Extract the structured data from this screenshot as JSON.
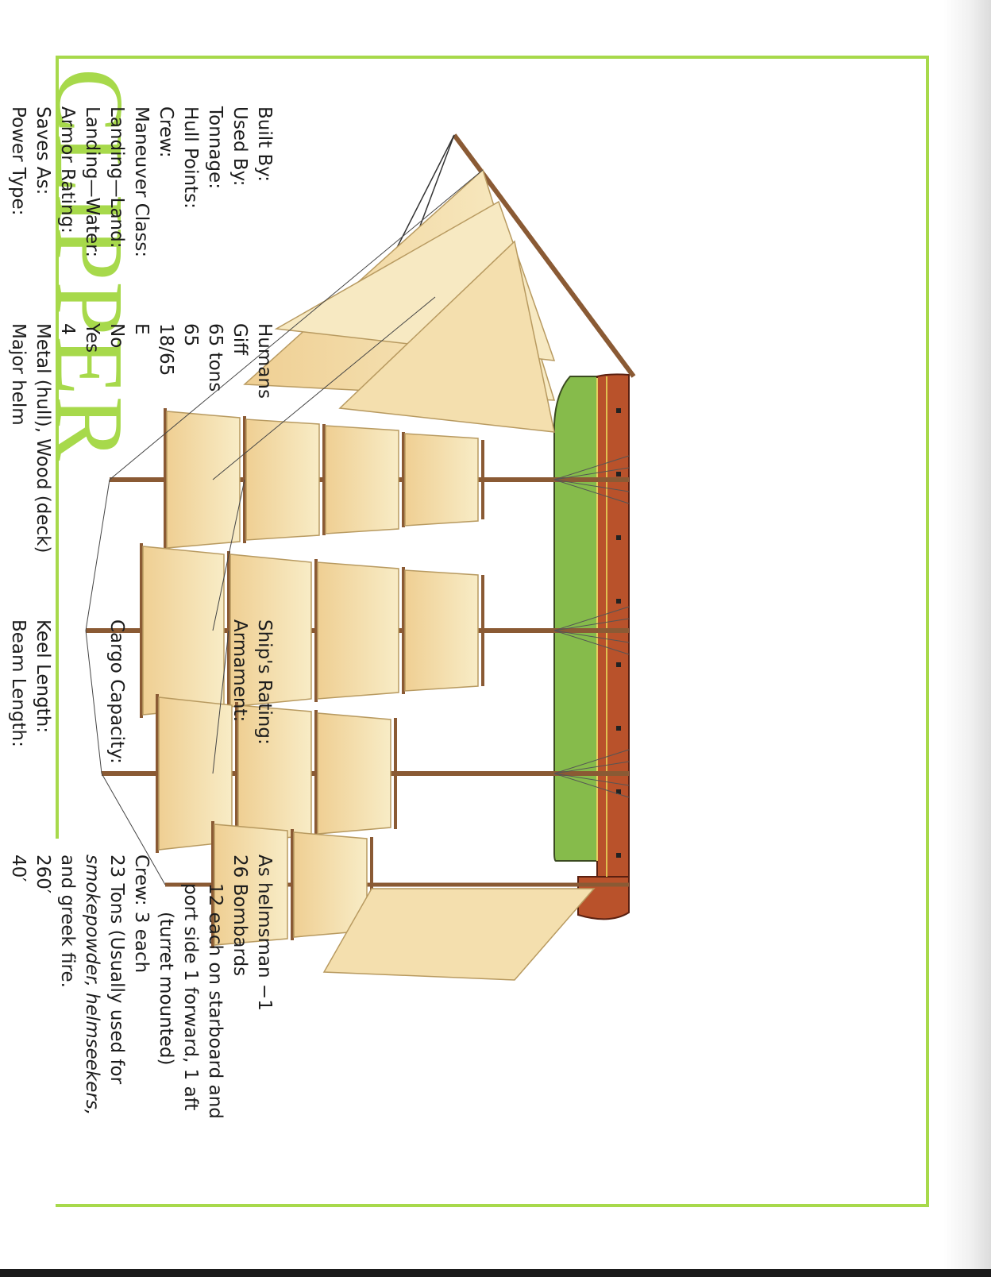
{
  "title": "CLIPPER",
  "stats_left": [
    {
      "label": "Built By:",
      "value": "Humans"
    },
    {
      "label": "Used By:",
      "value": "Giff"
    },
    {
      "label": "Tonnage:",
      "value": "65 tons"
    },
    {
      "label": "Hull Points:",
      "value": "65"
    },
    {
      "label": "Crew:",
      "value": "18/65"
    },
    {
      "label": "Maneuver Class:",
      "value": "E"
    },
    {
      "label": "Landing—Land:",
      "value": "No"
    },
    {
      "label": "Landing—Water:",
      "value": "Yes"
    },
    {
      "label": "Armor Rating:",
      "value": "4"
    },
    {
      "label": "Saves As:",
      "value": "Metal (hull), Wood (deck)"
    },
    {
      "label": "Power Type:",
      "value": "Major helm"
    }
  ],
  "stats_right": {
    "ships_rating": {
      "label": "Ship's Rating:",
      "value": "As helmsman −1"
    },
    "armament": {
      "label": "Armament:",
      "value": "26 Bombards",
      "detail_1": "12 each on starboard and",
      "detail_2": "port side 1 forward, 1 aft",
      "detail_3": "(turret mounted)",
      "crew": "Crew: 3 each"
    },
    "cargo": {
      "label": "Cargo Capacity:",
      "line_1": "23 Tons (Usually used for",
      "italic_1": "smokepowder, helmseekers,",
      "line_3": "and greek fire."
    },
    "keel": {
      "label": "Keel Length:",
      "value": "260′"
    },
    "beam": {
      "label": "Beam Length:",
      "value": "40′"
    }
  },
  "colors": {
    "accent": "#a7d94b",
    "sail": "#f6e7bf",
    "sail_shade": "#ecc482",
    "hull": "#b9522b",
    "hull_bottom": "#86bb4b",
    "mast": "#8a5a34"
  }
}
